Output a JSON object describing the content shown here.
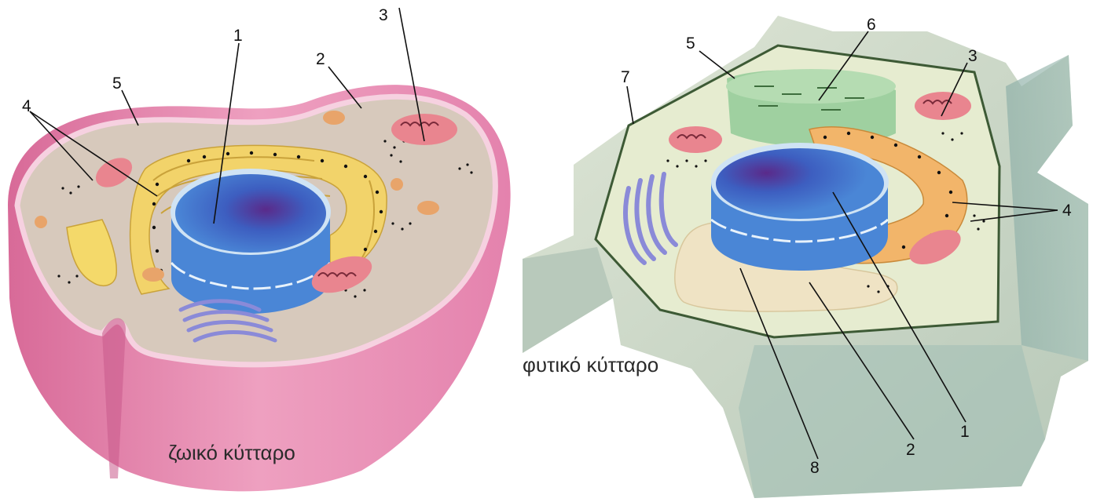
{
  "animal_cell": {
    "caption": "ζωικό κύτταρο",
    "callouts": {
      "c1": "1",
      "c2": "2",
      "c3": "3",
      "c4": "4",
      "c5": "5"
    }
  },
  "plant_cell": {
    "caption": "φυτικό κύτταρο",
    "callouts": {
      "c1": "1",
      "c2": "2",
      "c3": "3",
      "c4": "4",
      "c5": "5",
      "c6": "6",
      "c7": "7",
      "c8": "8"
    }
  },
  "colors": {
    "animal_membrane": "#e89ab8",
    "animal_cytoplasm": "#d7c9bc",
    "nucleus": "#4a7fd0",
    "nucleolus": "#5a2a8a",
    "er": "#f2d36a",
    "mitochondrion": "#e9858f",
    "plant_wall": "#cdd8c3",
    "plant_cytoplasm": "#e6ecd0",
    "chloroplast": "#9fd0a0",
    "vacuole": "#efe3c4",
    "golgi": "#8a8ad8"
  }
}
